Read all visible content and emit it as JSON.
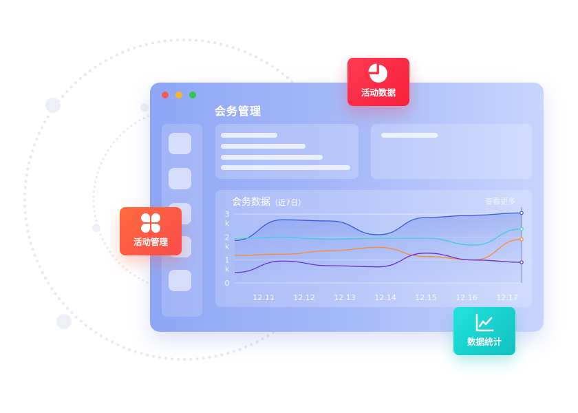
{
  "window": {
    "title": "会务管理",
    "controls": [
      "close",
      "minimize",
      "maximize"
    ],
    "control_colors": [
      "#f65a55",
      "#f5b62c",
      "#2fc64b"
    ]
  },
  "sidebar": {
    "item_count": 5
  },
  "chart": {
    "title": "会务数据",
    "subtitle": "（近7日）",
    "more_label": "查看更多"
  },
  "chart_data": {
    "type": "line",
    "title": "会务数据",
    "categories": [
      "12.11",
      "12.12",
      "12.13",
      "12.14",
      "12.15",
      "12.16",
      "12.17"
    ],
    "y_tick_labels": [
      "3\nk",
      "2\nk",
      "1\nk",
      "0"
    ],
    "ylim": [
      0,
      3000
    ],
    "grid": true,
    "series": [
      {
        "color": "#3b5cdb",
        "values": [
          1850,
          2750,
          2700,
          2100,
          2850,
          2950,
          3050
        ]
      },
      {
        "color": "#3ccfe0",
        "values": [
          1950,
          2000,
          1900,
          1950,
          1950,
          1650,
          2350
        ]
      },
      {
        "color": "#ff8a2a",
        "values": [
          1200,
          1250,
          1400,
          1550,
          1150,
          1000,
          1900
        ]
      },
      {
        "color": "#6a2fd0",
        "values": [
          450,
          950,
          750,
          700,
          1300,
          1000,
          900
        ]
      }
    ]
  },
  "badges": {
    "activity_data": {
      "label": "活动数据",
      "icon": "pie-chart-icon"
    },
    "activity_manage": {
      "label": "活动管理",
      "icon": "clover-icon"
    },
    "data_stats": {
      "label": "数据统计",
      "icon": "line-chart-icon"
    }
  }
}
